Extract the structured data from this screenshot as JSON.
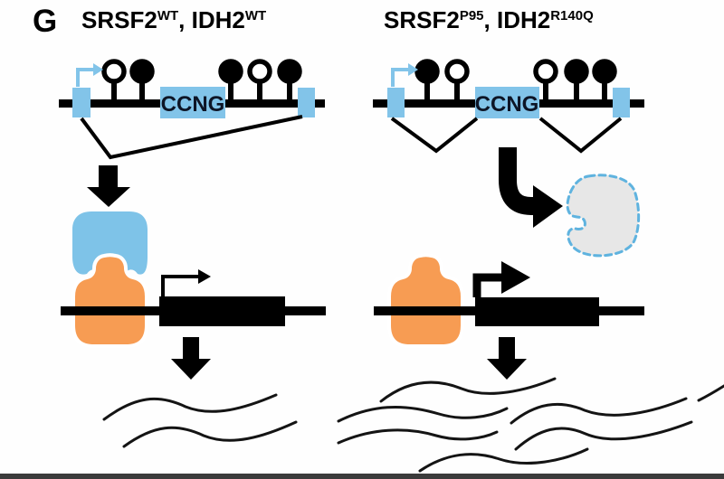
{
  "figure_label": "G",
  "colors": {
    "exon_blue": "#82C4E9",
    "protein_blue": "#7EC3E8",
    "protein_orange": "#F79C53",
    "degraded_gray_fill": "#E7E7E7",
    "degraded_dash_blue": "#5FB3DF",
    "ink_black": "#000000",
    "bottom_edge": "#262626"
  },
  "left_panel": {
    "title": {
      "gene1": "SRSF2",
      "gene1_sup": "WT",
      "separator": ", ",
      "gene2": "IDH2",
      "gene2_sup": "WT"
    },
    "exon_label": "CCNG",
    "methylation_marks": [
      {
        "state": "unmethylated",
        "fill": "#ffffff"
      },
      {
        "state": "methylated",
        "fill": "#000000"
      },
      {
        "state": "methylated",
        "fill": "#000000"
      },
      {
        "state": "unmethylated",
        "fill": "#ffffff"
      },
      {
        "state": "methylated",
        "fill": "#000000"
      }
    ],
    "splicing_pattern": "CCNG poison exon skipped (single junction)",
    "complex": "blue SRSF2 bound to orange factor on promoter",
    "transcription_level": "normal",
    "transcript_count": 2
  },
  "right_panel": {
    "title": {
      "gene1": "SRSF2",
      "gene1_sup": "P95",
      "separator": ", ",
      "gene2": "IDH2",
      "gene2_sup": "R140Q"
    },
    "exon_label": "CCNG",
    "methylation_marks": [
      {
        "state": "methylated",
        "fill": "#000000"
      },
      {
        "state": "unmethylated",
        "fill": "#ffffff"
      },
      {
        "state": "unmethylated",
        "fill": "#ffffff"
      },
      {
        "state": "methylated",
        "fill": "#000000"
      },
      {
        "state": "methylated",
        "fill": "#000000"
      }
    ],
    "splicing_pattern": "CCNG poison exon included (two junctions)",
    "complex": "SRSF2 degraded (dashed gray), orange factor alone on promoter",
    "transcription_level": "increased (bold arrow)",
    "transcript_count": 7
  }
}
